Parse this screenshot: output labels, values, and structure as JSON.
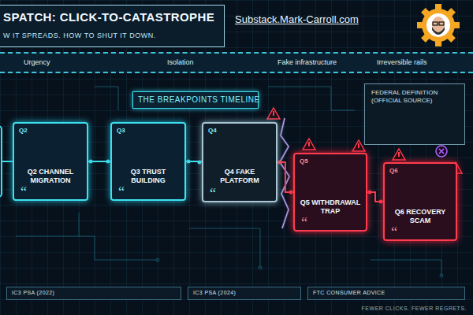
{
  "diagram": {
    "nodes": [
      {
        "text": [
          "SPATCH: CLICK-TO-CATASTROPHE",
          "W IT SPREADS. HOW TO SHUT IT DOWN."
        ]
      },
      {
        "text": [
          "Urgency",
          "Isolation",
          "Fake infrastructure",
          "Irreversible rails"
        ]
      },
      {
        "text": [
          "THE BREAKPOINTS TIMELINE"
        ]
      },
      {
        "text": [
          "FEDERAL DEFINITION (OFFICIAL SOURCE)"
        ]
      },
      {
        "text": [
          "Q2",
          "Q2 CHANNEL MIGRATION",
          "“"
        ]
      },
      {
        "text": [
          "Q3",
          "Q3 TRUST BUILDING",
          "“"
        ]
      },
      {
        "text": [
          "Q4",
          "Q4 FAKE PLATFORM",
          "“"
        ]
      },
      {
        "text": [
          "Q5",
          "Q5 WITHDRAWAL TRAP",
          "“"
        ]
      },
      {
        "text": [
          "Q6",
          "Q6 RECOVERY SCAM",
          "“"
        ]
      },
      {
        "text": [
          "IC3 PSA (2022)"
        ]
      },
      {
        "text": [
          "IC3 PSA (2024)"
        ]
      },
      {
        "text": [
          "FTC CONSUMER ADVICE"
        ]
      }
    ],
    "edges": [
      {
        "from": 4,
        "to": 5,
        "arrow": "none"
      },
      {
        "from": 5,
        "to": 6,
        "arrow": "none"
      },
      {
        "from": 6,
        "to": 7,
        "arrow": "none"
      },
      {
        "from": 7,
        "to": 8,
        "arrow": "none"
      }
    ],
    "labels": [
      "Substack.Mark-Carroll.com",
      "FEWER CLICKS. FEWER REGRETS."
    ]
  }
}
